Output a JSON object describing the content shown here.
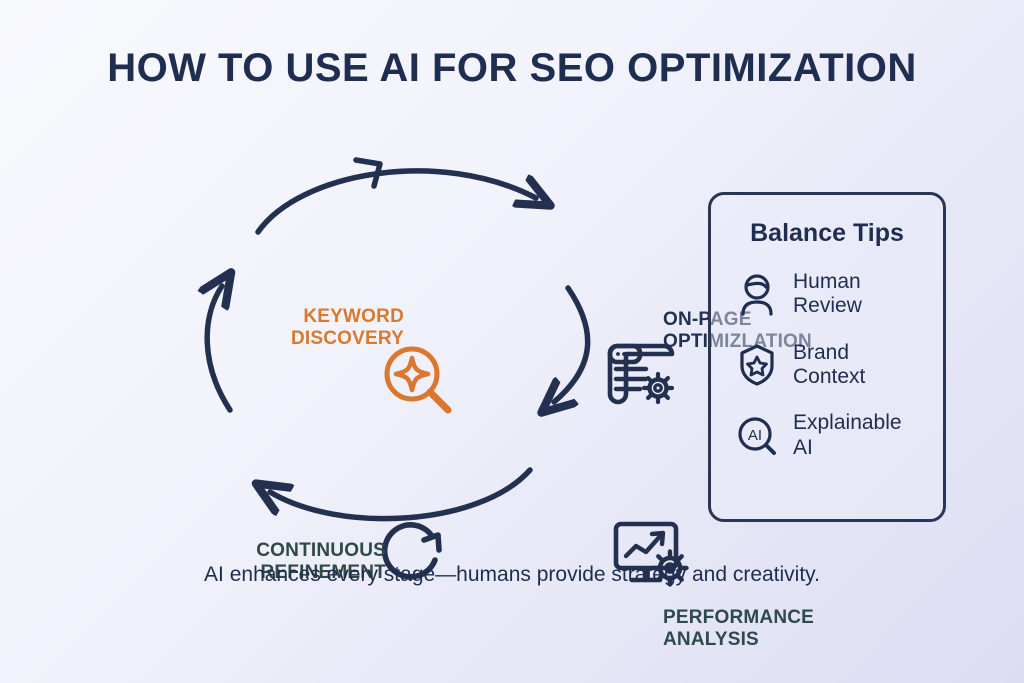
{
  "title": "HOW TO USE AI FOR SEO OPTIMIZATION",
  "footer": "AI enhances every stage—humans provide strategy and creativity.",
  "colors": {
    "navy": "#1f2d50",
    "stroke_navy": "#2b3654",
    "orange": "#d9782e",
    "teal_green": "#2f4a44",
    "slate_teal": "#2f4a4b",
    "background_start": "#f8f9fd",
    "background_end": "#dcddf4"
  },
  "cycle": {
    "direction": "clockwise",
    "nodes": [
      {
        "id": "keyword-discovery",
        "label": "KEYWORD\nDISCOVERY",
        "icon": "magnifier-sparkle-icon",
        "color": "#d9782e",
        "position": "top-left"
      },
      {
        "id": "on-page-optimization",
        "label": "ON-PAGE\nOPTIMIZLATION",
        "icon": "document-gear-icon",
        "color": "#23304f",
        "position": "top-right"
      },
      {
        "id": "performance-analysis",
        "label": "PERFORMANCE\nANALYSIS",
        "icon": "monitor-chart-gear-icon",
        "color": "#2f4a4b",
        "position": "bottom-right"
      },
      {
        "id": "continuous-refinement",
        "label": "CONTINUOUS\nREFINEMENT",
        "icon": "refresh-circle-icon",
        "color": "#2f4a44",
        "position": "bottom-left"
      }
    ]
  },
  "tips_panel": {
    "title": "Balance Tips",
    "items": [
      {
        "label": "Human\nReview",
        "icon": "person-icon"
      },
      {
        "label": "Brand\nContext",
        "icon": "shield-star-icon"
      },
      {
        "label": "Explainable\nAI",
        "icon": "ai-magnifier-icon"
      }
    ]
  }
}
